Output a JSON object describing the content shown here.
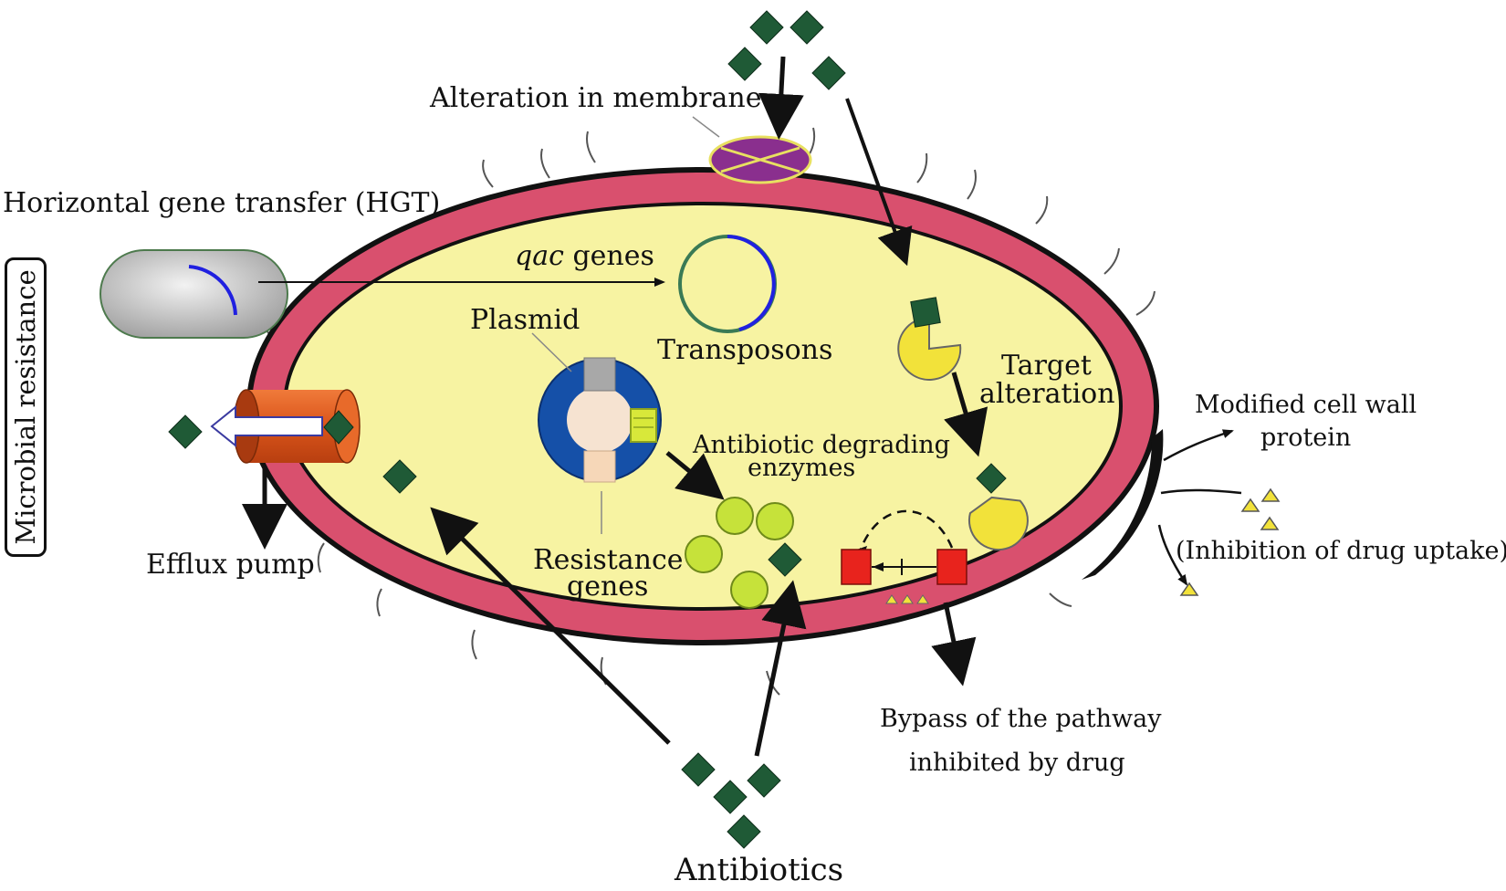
{
  "side_label": "Microbial resistance",
  "labels": {
    "alteration_membrane": "Alteration in membrane",
    "hgt": "Horizontal gene transfer (HGT)",
    "qac_italic": "qac",
    "qac_rest": " genes",
    "plasmid": "Plasmid",
    "transposons": "Transposons",
    "target_alteration_1": "Target",
    "target_alteration_2": "alteration",
    "modified_1": "Modified cell wall",
    "modified_2": "protein",
    "degrading_1": "Antibiotic degrading",
    "degrading_2": "enzymes",
    "inhibition_uptake": "(Inhibition of drug uptake)",
    "efflux_pump": "Efflux pump",
    "resistance_1": "Resistance",
    "resistance_2": "genes",
    "bypass_1": "Bypass of the pathway",
    "bypass_2": "inhibited by drug",
    "antibiotics": "Antibiotics"
  },
  "colors": {
    "cell_wall": "#d9506e",
    "cytoplasm": "#f7f3a2",
    "antibiotic": "#1f5a36",
    "plasmid_ring": "#1550a8",
    "efflux": "#e05a1f",
    "enzyme": "#c6e23a",
    "target": "#f2e23a",
    "pathway_box": "#e8231d",
    "membrane_patch": "#8a2f8e",
    "transposon": "#3a7a55"
  }
}
